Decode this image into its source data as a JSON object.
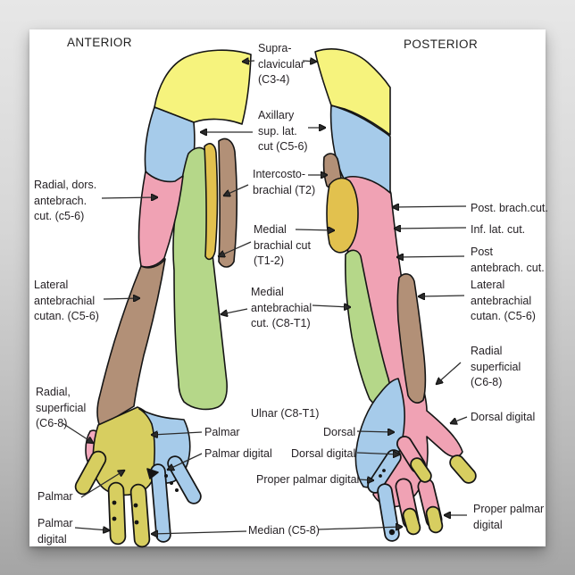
{
  "poster": {
    "titles": {
      "anterior": "ANTERIOR",
      "posterior": "POSTERIOR"
    }
  },
  "labels": {
    "left": {
      "radial_dors": "Radial, dors.\nantebrach.\ncut. (c5-6)",
      "lateral_antebrachial": "Lateral\nantebrachial\ncutan. (C5-6)",
      "radial_superficial": "Radial,\nsuperficial\n(C6-8)",
      "palmar": "Palmar",
      "palmar_digital": "Palmar\ndigital"
    },
    "center": {
      "supraclavicular": "Supra-\nclavicular\n(C3-4)",
      "axillary": "Axillary\nsup. lat.\ncut (C5-6)",
      "intercostobrachial": "Intercosto-\nbrachial (T2)",
      "medial_brachial": "Medial\nbrachial cut\n(T1-2)",
      "medial_antebrachial": "Medial\nantebrachial\ncut. (C8-T1)",
      "ulnar": "Ulnar (C8-T1)",
      "palmar": "Palmar",
      "dorsal": "Dorsal",
      "palmar_digital": "Palmar digital",
      "dorsal_digital": "Dorsal digital",
      "proper_palmar_digital": "Proper palmar digital",
      "median": "Median (C5-8)"
    },
    "right": {
      "post_brach": "Post. brach.cut.",
      "inf_lat": "Inf. lat. cut.",
      "post_antebrach": "Post\nantebrach. cut.",
      "lateral_antebrachial": "Lateral\nantebrachial\ncutan. (C5-6)",
      "radial_superficial": "Radial\nsuperficial\n(C6-8)",
      "dorsal_digital": "Dorsal digital",
      "proper_palmar_digital": "Proper palmar\ndigital"
    }
  },
  "colors": {
    "supraclavicular_yellow": "#f6f37d",
    "axillary_blue": "#a6cbea",
    "radial_pink": "#f0a2b4",
    "medial_green": "#b5d789",
    "brachial_gold": "#e2c14e",
    "intercosto_brown": "#b29077",
    "palm_olive": "#d7ce60",
    "radial_spot_pink": "#f4a9bd",
    "ulnar_blue": "#a6cbea",
    "outline_ink": "#151515",
    "label_ink": "#262226",
    "paper_white": "#ffffff",
    "backdrop_gray": "#b9b9b9"
  }
}
